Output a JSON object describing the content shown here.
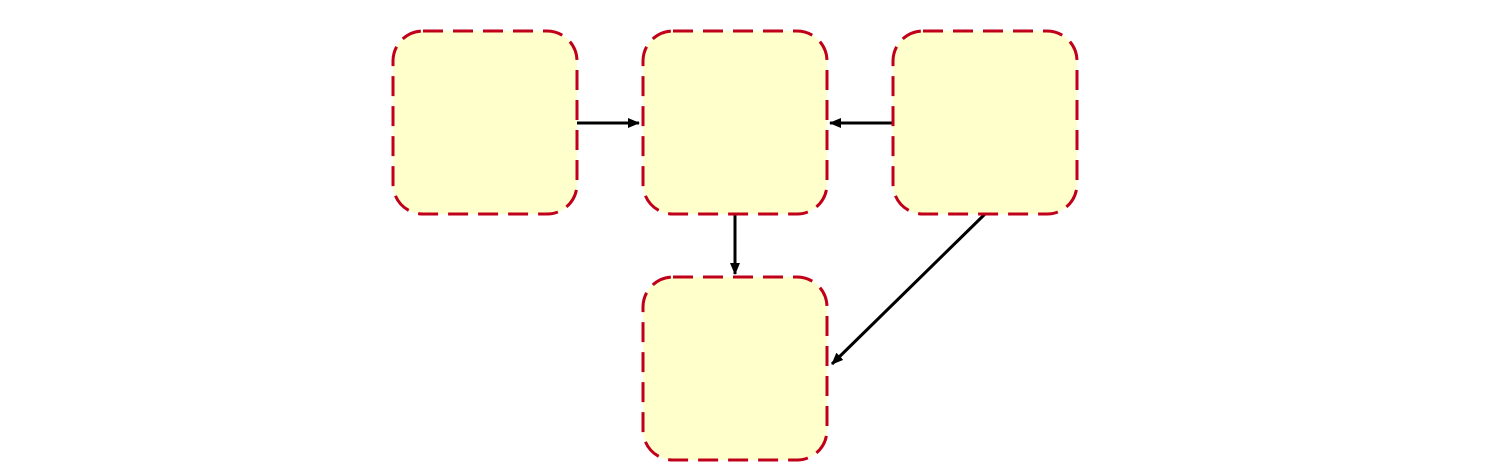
{
  "diagram": {
    "nodes": [
      {
        "id": "top-left",
        "label": ""
      },
      {
        "id": "top-center",
        "label": ""
      },
      {
        "id": "top-right",
        "label": ""
      },
      {
        "id": "bottom-center",
        "label": ""
      }
    ],
    "edges": [
      {
        "from": "top-left",
        "to": "top-center"
      },
      {
        "from": "top-right",
        "to": "top-center"
      },
      {
        "from": "top-center",
        "to": "bottom-center"
      },
      {
        "from": "top-right",
        "to": "bottom-center"
      }
    ],
    "colors": {
      "node_fill": "#ffffcc",
      "node_border": "#c0001a",
      "edge": "#000000",
      "background": "#ffffff"
    }
  }
}
